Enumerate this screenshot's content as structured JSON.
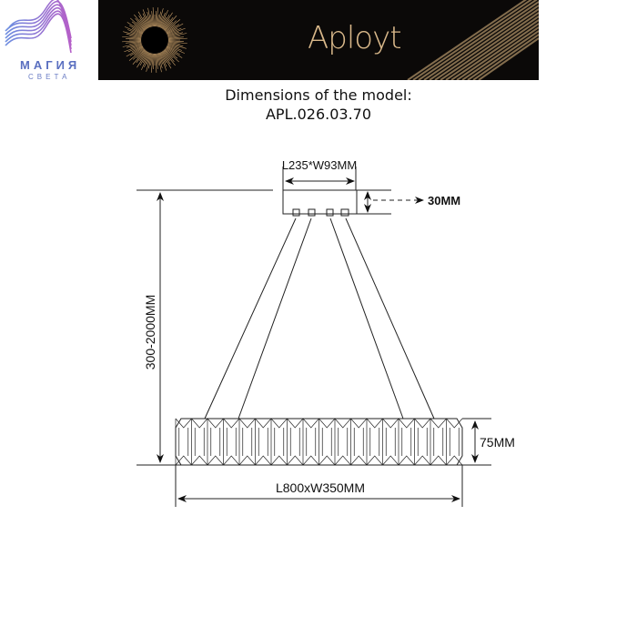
{
  "logo": {
    "line1": "МАГИЯ",
    "line2": "СВЕТА"
  },
  "banner": {
    "brand": "Aployt"
  },
  "heading": {
    "line1": "Dimensions of the model:",
    "line2": "APL.026.03.70"
  },
  "dimensions": {
    "canopy": "L235*W93MM",
    "canopy_height": "30MM",
    "suspension": "300-2000MM",
    "body_height": "75MM",
    "body_size": "L800xW350MM"
  }
}
